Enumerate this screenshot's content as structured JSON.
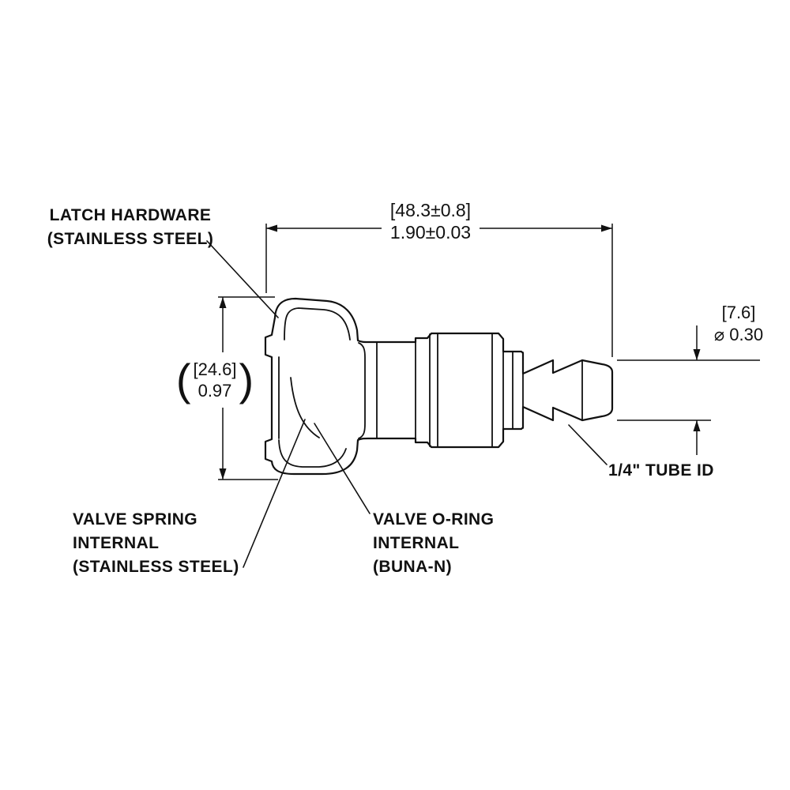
{
  "drawing": {
    "background_color": "#ffffff",
    "line_color": "#111111",
    "description": "Dimensioned side-view drawing of a quick-disconnect hose-barb coupling"
  },
  "labels": {
    "latch": {
      "lines": [
        "LATCH HARDWARE",
        "(STAINLESS STEEL)"
      ]
    },
    "valve_spring": {
      "lines": [
        "VALVE SPRING",
        "INTERNAL",
        "(STAINLESS STEEL)"
      ]
    },
    "valve_oring": {
      "lines": [
        "VALVE O-RING",
        "INTERNAL",
        "(BUNA-N)"
      ]
    },
    "tube_id": {
      "text": "1/4\" TUBE ID"
    }
  },
  "dimensions": {
    "overall_length": {
      "mm": "[48.3±0.8]",
      "inch": "1.90±0.03"
    },
    "body_height": {
      "open_paren": "(",
      "mm": "[24.6]",
      "inch": "0.97",
      "close_paren": ")"
    },
    "barb_diameter": {
      "mm": "[7.6]",
      "inch": "⌀ 0.30"
    }
  }
}
